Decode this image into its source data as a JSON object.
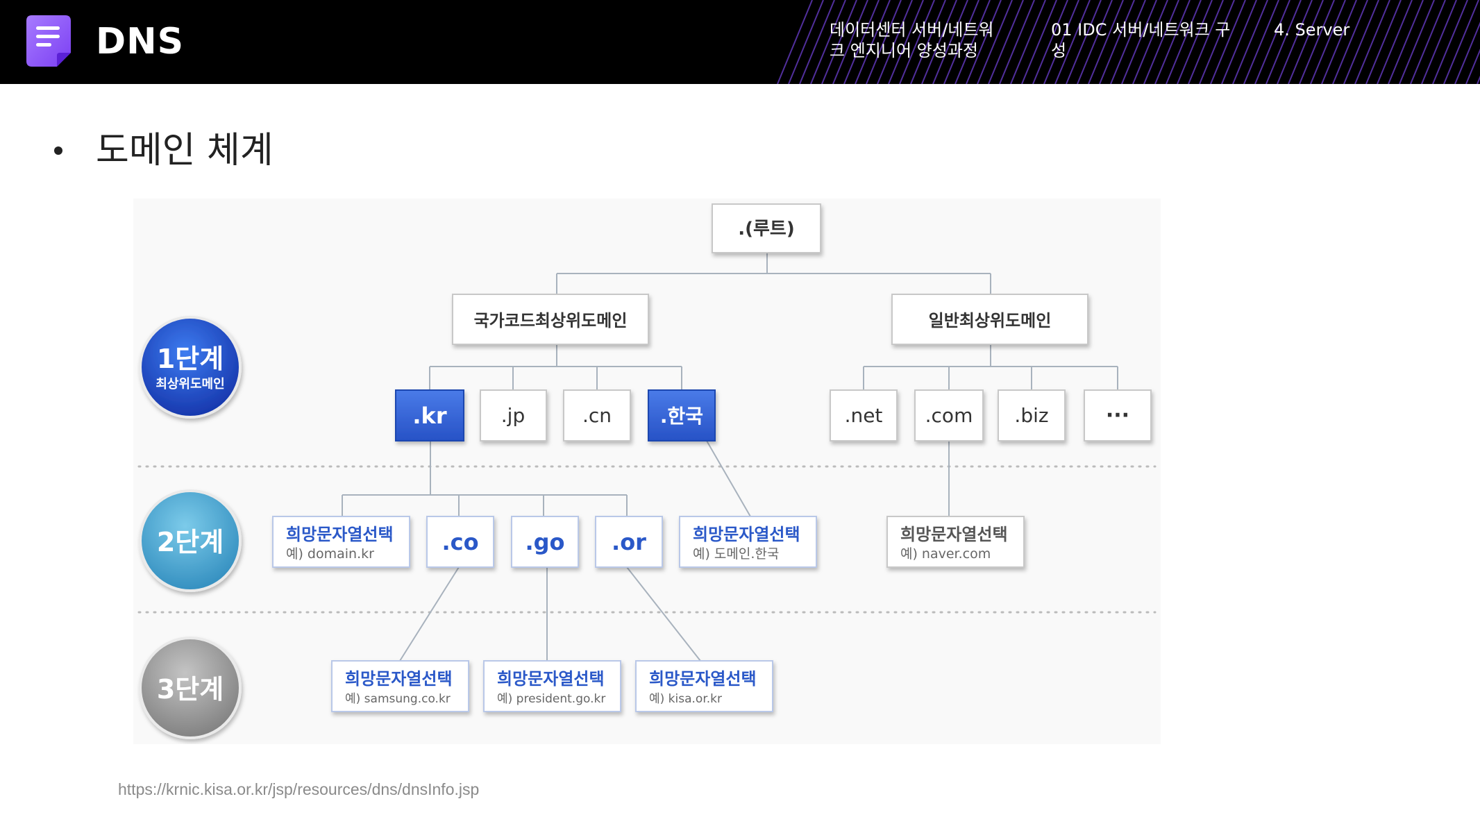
{
  "header": {
    "app_title": "DNS",
    "breadcrumb": [
      {
        "line1": "데이터센터 서버/네트워",
        "line2": "크 엔지니어 양성과정"
      },
      {
        "line1": "01 IDC 서버/네트워크 구",
        "line2": "성"
      },
      {
        "line1": "4. Server",
        "line2": ""
      }
    ],
    "icons": {
      "app": "document-icon"
    },
    "colors": {
      "accent": "#8b5cf6",
      "header_bg": "#000000"
    }
  },
  "slide": {
    "heading": "도메인 체계",
    "source_url": "https://krnic.kisa.or.kr/jsp/resources/dns/dnsInfo.jsp"
  },
  "diagram": {
    "levels": [
      {
        "title": "1단계",
        "subtitle": "최상위도메인",
        "color": "#1f4fcf"
      },
      {
        "title": "2단계",
        "subtitle": "",
        "color": "#4aa6d0"
      },
      {
        "title": "3단계",
        "subtitle": "",
        "color": "#9a9a9a"
      }
    ],
    "root": ".(루트)",
    "categories": [
      "국가코드최상위도메인",
      "일반최상위도메인"
    ],
    "tld_country": [
      {
        "label": ".kr",
        "highlight": true
      },
      {
        "label": ".jp",
        "highlight": false
      },
      {
        "label": ".cn",
        "highlight": false
      },
      {
        "label": ".한국",
        "highlight": true
      }
    ],
    "tld_generic": [
      ".net",
      ".com",
      ".biz",
      "···"
    ],
    "level2": [
      {
        "label": "희망문자열선택",
        "example": "예) domain.kr"
      },
      {
        "label": ".co",
        "example": ""
      },
      {
        "label": ".go",
        "example": ""
      },
      {
        "label": ".or",
        "example": ""
      },
      {
        "label": "희망문자열선택",
        "example": "예) 도메인.한국"
      },
      {
        "label": "희망문자열선택",
        "example": "예) naver.com"
      }
    ],
    "level3": [
      {
        "label": "희망문자열선택",
        "example": "예) samsung.co.kr"
      },
      {
        "label": "희망문자열선택",
        "example": "예) president.go.kr"
      },
      {
        "label": "희망문자열선택",
        "example": "예) kisa.or.kr"
      }
    ],
    "colors": {
      "highlight": "#2f5fd8",
      "text_blue": "#2a58c8",
      "line": "#aab4bf"
    }
  }
}
